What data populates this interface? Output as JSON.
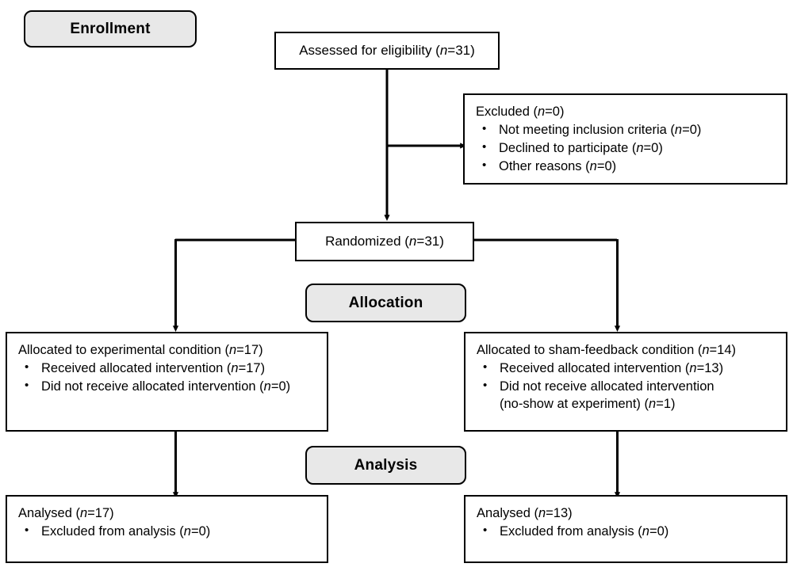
{
  "diagram": {
    "title": "CONSORT participant flow diagram",
    "colors": {
      "stage_label_fill": "#e8e8e8",
      "line": "#000000",
      "box_fill": "#ffffff"
    },
    "stages": {
      "enrollment": "Enrollment",
      "allocation": "Allocation",
      "analysis": "Analysis"
    },
    "nodes": {
      "assessed": {
        "text": "Assessed for eligibility (n=31)",
        "label": "Assessed for eligibility (",
        "italic_n": "n",
        "value": "=31)"
      },
      "excluded": {
        "head_label": "Excluded (",
        "head_italic_n": "n",
        "head_value": "=0)",
        "items": [
          {
            "label": "Not meeting inclusion criteria (",
            "italic_n": "n",
            "value": "=0)"
          },
          {
            "label": "Declined to participate (",
            "italic_n": "n",
            "value": "=0)"
          },
          {
            "label": "Other reasons (",
            "italic_n": "n",
            "value": "=0)"
          }
        ]
      },
      "randomized": {
        "label": "Randomized (",
        "italic_n": "n",
        "value": "=31)"
      },
      "allocated_left": {
        "head_label": "Allocated to experimental condition (",
        "head_italic_n": "n",
        "head_value": "=17)",
        "items": [
          {
            "label": "Received allocated intervention (",
            "italic_n": "n",
            "value": "=17)"
          },
          {
            "label": "Did not receive allocated intervention (",
            "italic_n": "n",
            "value": "=0)"
          }
        ]
      },
      "allocated_right": {
        "head_label": "Allocated to sham-feedback condition (",
        "head_italic_n": "n",
        "head_value": "=14)",
        "items": [
          {
            "label": "Received allocated intervention (",
            "italic_n": "n",
            "value": "=13)"
          },
          {
            "label": "Did not receive allocated intervention (no-show at experiment) (",
            "italic_n": "n",
            "value": "=1)",
            "line1": "Did not receive allocated intervention",
            "line2_label": "(no-show at experiment) (",
            "line2_value": "=1)"
          }
        ]
      },
      "analysed_left": {
        "head_label": "Analysed (",
        "head_italic_n": "n",
        "head_value": "=17)",
        "items": [
          {
            "label": "Excluded from analysis (",
            "italic_n": "n",
            "value": "=0)"
          }
        ]
      },
      "analysed_right": {
        "head_label": "Analysed (",
        "head_italic_n": "n",
        "head_value": "=13)",
        "items": [
          {
            "label": "Excluded from analysis (",
            "italic_n": "n",
            "value": "=0)"
          }
        ]
      }
    }
  }
}
